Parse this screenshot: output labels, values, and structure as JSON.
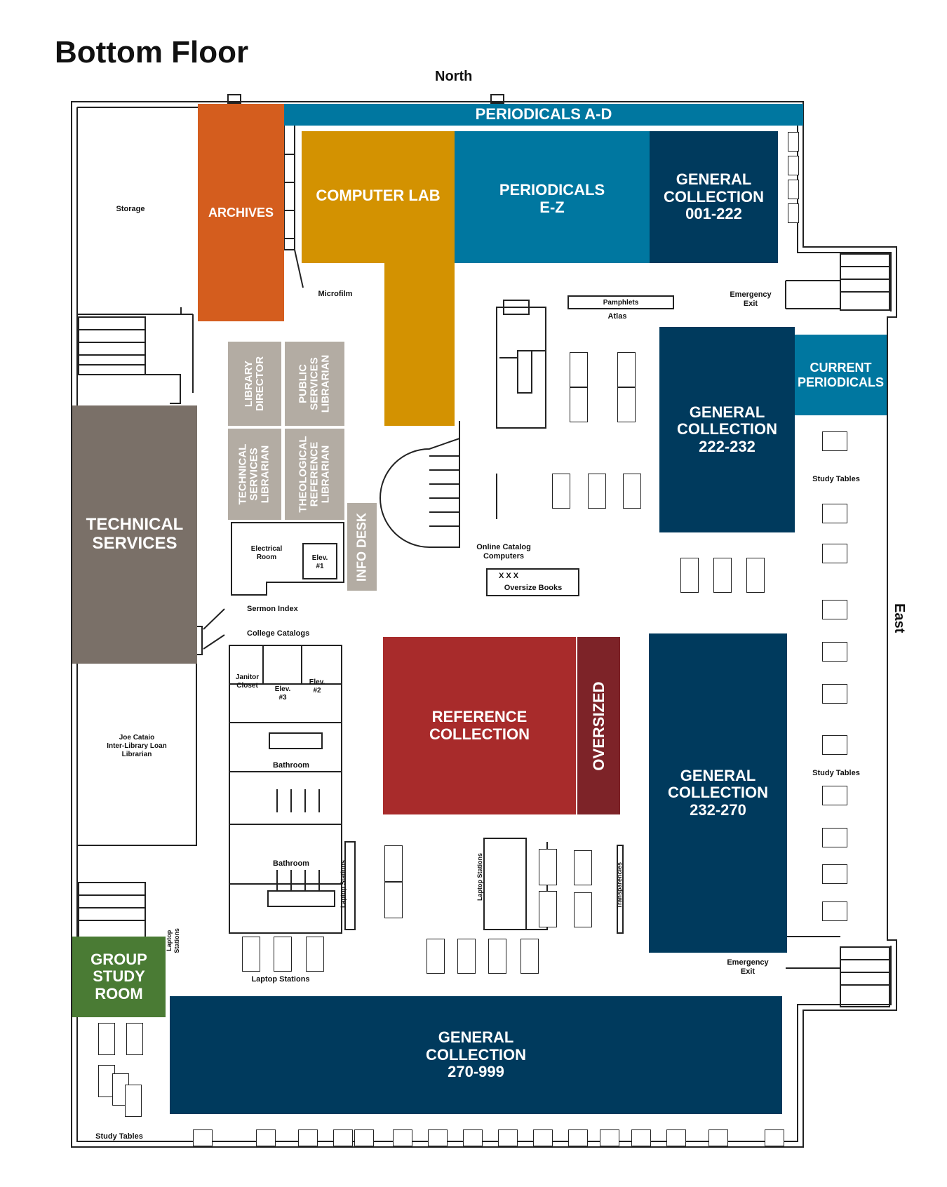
{
  "title": "Bottom Floor",
  "compass": {
    "north": "North",
    "east": "East"
  },
  "colors": {
    "navy": "#003a5d",
    "teal": "#0077a0",
    "orange": "#d45d1e",
    "gold": "#d39201",
    "taupe": "#7a7068",
    "office_gray": "#b3aca3",
    "red": "#a82b2b",
    "dark_red": "#7d2328",
    "green": "#4a7b34"
  },
  "zones": {
    "periodicals_ad": "PERIODICALS    A-D",
    "archives": "ARCHIVES",
    "computer_lab": "COMPUTER LAB",
    "periodicals_ez": "PERIODICALS\nE-Z",
    "general_001": "GENERAL\nCOLLECTION\n001-222",
    "current_periodicals": "CURRENT\nPERIODICALS",
    "general_222": "GENERAL\nCOLLECTION\n222-232",
    "technical_services": "TECHNICAL\nSERVICES",
    "reference_collection": "REFERENCE\nCOLLECTION",
    "oversized": "OVERSIZED",
    "general_232": "GENERAL\nCOLLECTION\n232-270",
    "group_study": "GROUP\nSTUDY\nROOM",
    "general_270": "GENERAL\nCOLLECTION\n270-999",
    "library_director": "LIBRARY\nDIRECTOR",
    "public_services": "PUBLIC\nSERVICES\nLIBRARIAN",
    "technical_services_librarian": "TECHNICAL\nSERVICES\nLIBRARIAN",
    "theological_reference": "THEOLOGICAL\nREFERENCE\nLIBRARIAN",
    "info_desk": "INFO DESK"
  },
  "labels": {
    "storage": "Storage",
    "microfilm": "Microfilm",
    "pamphlets": "Pamphlets",
    "atlas": "Atlas",
    "emergency_exit_1": "Emergency\nExit",
    "emergency_exit_2": "Emergency\nExit",
    "study_tables_1": "Study Tables",
    "study_tables_2": "Study Tables",
    "study_tables_3": "Study Tables",
    "electrical_room": "Electrical\nRoom",
    "elev1": "Elev.\n#1",
    "elev2": "Elev.\n#2",
    "elev3": "Elev.\n#3",
    "online_catalog": "Online Catalog\nComputers",
    "xxx": "X X X",
    "oversize_books": "Oversize Books",
    "sermon_index": "Sermon Index",
    "college_catalogs": "College Catalogs",
    "janitor_closet": "Janitor\nCloset",
    "ill_librarian": "Joe Cataio\nInter-Library Loan\nLibrarian",
    "bathroom_1": "Bathroom",
    "bathroom_2": "Bathroom",
    "laptop_stations_1": "Laptop Stations",
    "laptop_stations_2": "Laptop Stations",
    "laptop_stations_3": "Laptop\nStations",
    "laptop_stations_4": "Laptop Stations",
    "transparencies": "Transparencies"
  }
}
